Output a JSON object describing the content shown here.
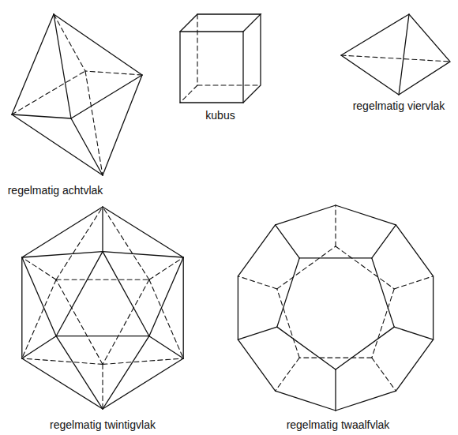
{
  "diagram": {
    "labels": [
      "regelmatig achtvlak",
      "kubus",
      "regelmatig viervlak",
      "regelmatig twintigvlak",
      "regelmatig twaalfvlak"
    ]
  }
}
